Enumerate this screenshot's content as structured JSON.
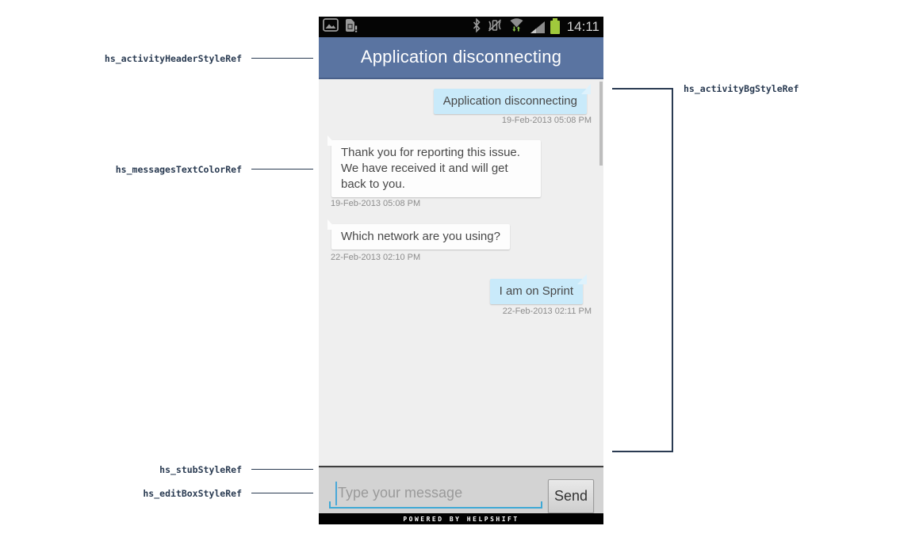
{
  "annotations": {
    "color": "#2a3b52",
    "left": [
      {
        "label": "hs_activityHeaderStyleRef"
      },
      {
        "label": "hs_messagesTextColorRef"
      },
      {
        "label": "hs_stubStyleRef"
      },
      {
        "label": "hs_editBoxStyleRef"
      }
    ],
    "right": [
      {
        "label": "hs_activityBgStyleRef"
      }
    ]
  },
  "phone": {
    "status_bar": {
      "time": "14:11",
      "icons_left": [
        "gallery-icon",
        "sim-warning-icon"
      ],
      "icons_right": [
        "bluetooth-icon",
        "vibrate-off-icon",
        "wifi-icon",
        "signal-icon",
        "battery-icon"
      ],
      "battery_color": "#a0c93c"
    },
    "header": {
      "title": "Application disconnecting",
      "bg": "#5a74a1"
    },
    "conversation": {
      "bg": "#efefef",
      "bubble_colors": {
        "user": "#c9eafa",
        "agent": "#fdfdfd"
      },
      "messages": [
        {
          "side": "right",
          "text": "Application disconnecting",
          "timestamp": "19-Feb-2013 05:08 PM"
        },
        {
          "side": "left",
          "text": "Thank you for reporting this issue. We have received it and will get back to you.",
          "timestamp": "19-Feb-2013 05:08 PM"
        },
        {
          "side": "left",
          "text": "Which network are you using?",
          "timestamp": "22-Feb-2013 02:10 PM"
        },
        {
          "side": "right",
          "text": "I am on Sprint",
          "timestamp": "22-Feb-2013 02:11 PM"
        }
      ]
    },
    "composer": {
      "placeholder": "Type your message",
      "send_label": "Send",
      "underline_color": "#3fa8d5"
    },
    "footer": {
      "text": "POWERED BY HELPSHIFT"
    }
  }
}
